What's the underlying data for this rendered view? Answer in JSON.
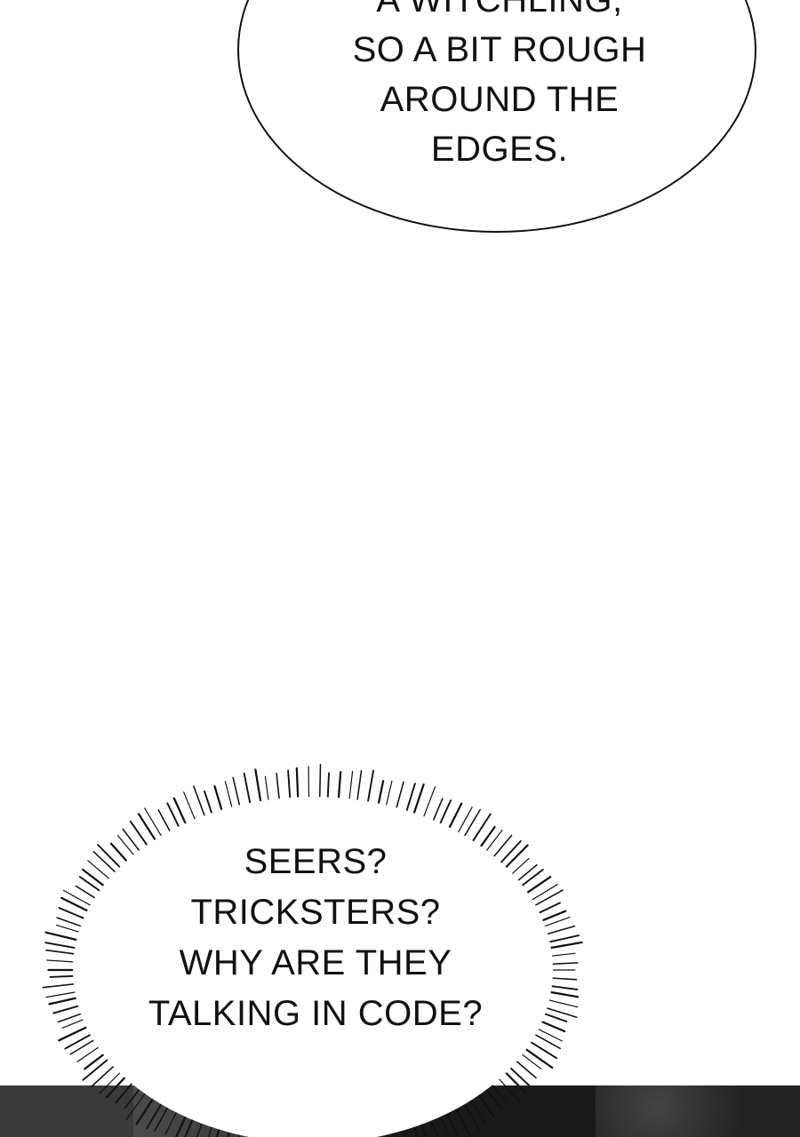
{
  "panel_top": {
    "bubble_lines": [
      "A WITCHLING,",
      "SO A BIT ROUGH",
      "AROUND THE",
      "EDGES."
    ]
  },
  "panel_bottom": {
    "bubble_lines": [
      "SEERS?",
      "TRICKSTERS?",
      "WHY ARE THEY",
      "TALKING IN CODE?"
    ]
  },
  "colors": {
    "ink": "#111111",
    "paper": "#ffffff",
    "dark_strip": "#1a1a1a"
  }
}
